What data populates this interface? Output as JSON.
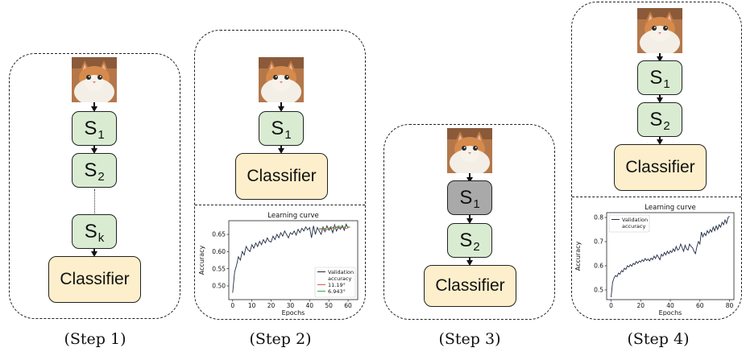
{
  "steps": [
    {
      "caption": "(Step 1)",
      "modules": [
        {
          "s": "S",
          "sub": "1"
        },
        {
          "s": "S",
          "sub": "2"
        },
        {
          "s": "S",
          "sub": "k"
        }
      ],
      "classifier": "Classifier"
    },
    {
      "caption": "(Step 2)",
      "modules": [
        {
          "s": "S",
          "sub": "1"
        }
      ],
      "classifier": "Classifier"
    },
    {
      "caption": "(Step 3)",
      "modules": [
        {
          "s": "S",
          "sub": "1",
          "frozen": true
        },
        {
          "s": "S",
          "sub": "2"
        }
      ],
      "classifier": "Classifier"
    },
    {
      "caption": "(Step 4)",
      "modules": [
        {
          "s": "S",
          "sub": "1"
        },
        {
          "s": "S",
          "sub": "2"
        }
      ],
      "classifier": "Classifier"
    }
  ],
  "colors": {
    "module": "#d9ecd2",
    "frozen_module": "#a9a9a9",
    "classifier": "#fdefcb",
    "curve": "#1f2a44"
  },
  "chart_data": [
    {
      "panel": "Step 2",
      "type": "line",
      "title": "Learning curve",
      "xlabel": "Epochs",
      "ylabel": "Accuracy",
      "xlim": [
        -2,
        65
      ],
      "ylim": [
        0.46,
        0.69
      ],
      "xticks": [
        0,
        10,
        20,
        30,
        40,
        50,
        60
      ],
      "yticks": [
        0.5,
        0.55,
        0.6,
        0.65
      ],
      "ytick_labels": [
        "0.50",
        "0.55",
        "0.60",
        "0.65"
      ],
      "legend": [
        "Validation\naccuracy",
        "11.19°",
        "6.943°"
      ],
      "legend_position": "lower-right",
      "series": [
        {
          "name": "Validation accuracy",
          "color": "#1f2a44",
          "x": [
            0,
            1,
            2,
            3,
            4,
            5,
            6,
            7,
            8,
            9,
            10,
            11,
            12,
            13,
            14,
            15,
            16,
            17,
            18,
            19,
            20,
            21,
            22,
            23,
            24,
            25,
            26,
            27,
            28,
            29,
            30,
            31,
            32,
            33,
            34,
            35,
            36,
            37,
            38,
            39,
            40,
            41,
            42,
            43,
            44,
            45,
            46,
            47,
            48,
            49,
            50,
            51,
            52,
            53,
            54,
            55,
            56,
            57,
            58,
            59,
            60
          ],
          "y": [
            0.48,
            0.54,
            0.56,
            0.585,
            0.575,
            0.6,
            0.59,
            0.615,
            0.605,
            0.6,
            0.62,
            0.61,
            0.625,
            0.615,
            0.63,
            0.62,
            0.635,
            0.625,
            0.64,
            0.63,
            0.628,
            0.645,
            0.635,
            0.65,
            0.64,
            0.655,
            0.645,
            0.66,
            0.65,
            0.64,
            0.655,
            0.65,
            0.66,
            0.648,
            0.665,
            0.655,
            0.668,
            0.66,
            0.672,
            0.663,
            0.67,
            0.64,
            0.675,
            0.65,
            0.67,
            0.66,
            0.65,
            0.672,
            0.658,
            0.675,
            0.662,
            0.67,
            0.655,
            0.678,
            0.66,
            0.672,
            0.665,
            0.676,
            0.662,
            0.68,
            0.668
          ]
        },
        {
          "name": "11.19°",
          "color": "#e05252",
          "x": [
            45,
            47,
            49,
            51,
            53,
            55,
            57,
            59,
            61
          ],
          "y": [
            0.668,
            0.662,
            0.67,
            0.665,
            0.674,
            0.668,
            0.672,
            0.667,
            0.673
          ]
        },
        {
          "name": "6.943°",
          "color": "#3aa64a",
          "x": [
            45,
            47,
            49,
            51,
            53,
            55,
            57,
            59,
            61
          ],
          "y": [
            0.664,
            0.67,
            0.663,
            0.673,
            0.666,
            0.675,
            0.669,
            0.674,
            0.67
          ]
        }
      ]
    },
    {
      "panel": "Step 4",
      "type": "line",
      "title": "Learning curve",
      "xlabel": "Epochs",
      "ylabel": "Accuracy",
      "xlim": [
        -3,
        83
      ],
      "ylim": [
        0.46,
        0.82
      ],
      "xticks": [
        0,
        20,
        40,
        60,
        80
      ],
      "yticks": [
        0.5,
        0.6,
        0.7,
        0.8
      ],
      "ytick_labels": [
        "0.5",
        "0.6",
        "0.7",
        "0.8"
      ],
      "legend": [
        "Validation\naccuracy"
      ],
      "legend_position": "upper-left",
      "series": [
        {
          "name": "Validation accuracy",
          "color": "#1f2a44",
          "x": [
            0,
            1,
            2,
            3,
            4,
            5,
            6,
            7,
            8,
            9,
            10,
            11,
            12,
            13,
            14,
            15,
            16,
            17,
            18,
            19,
            20,
            21,
            22,
            23,
            24,
            25,
            26,
            27,
            28,
            29,
            30,
            31,
            32,
            33,
            34,
            35,
            36,
            37,
            38,
            39,
            40,
            41,
            42,
            43,
            44,
            45,
            46,
            47,
            48,
            49,
            50,
            51,
            52,
            53,
            54,
            55,
            56,
            57,
            58,
            59,
            60,
            61,
            62,
            63,
            64,
            65,
            66,
            67,
            68,
            69,
            70,
            71,
            72,
            73,
            74,
            75,
            76,
            77,
            78,
            79,
            80
          ],
          "y": [
            0.47,
            0.53,
            0.55,
            0.56,
            0.555,
            0.57,
            0.565,
            0.58,
            0.575,
            0.59,
            0.585,
            0.6,
            0.595,
            0.605,
            0.598,
            0.61,
            0.605,
            0.618,
            0.61,
            0.62,
            0.615,
            0.625,
            0.618,
            0.63,
            0.622,
            0.628,
            0.62,
            0.632,
            0.625,
            0.64,
            0.63,
            0.645,
            0.635,
            0.625,
            0.648,
            0.64,
            0.655,
            0.645,
            0.66,
            0.65,
            0.662,
            0.655,
            0.67,
            0.66,
            0.68,
            0.665,
            0.67,
            0.69,
            0.675,
            0.66,
            0.685,
            0.67,
            0.665,
            0.69,
            0.68,
            0.675,
            0.66,
            0.65,
            0.68,
            0.7,
            0.69,
            0.74,
            0.72,
            0.735,
            0.725,
            0.745,
            0.735,
            0.75,
            0.74,
            0.76,
            0.745,
            0.765,
            0.75,
            0.77,
            0.76,
            0.78,
            0.77,
            0.79,
            0.775,
            0.8,
            0.805
          ]
        }
      ]
    }
  ]
}
